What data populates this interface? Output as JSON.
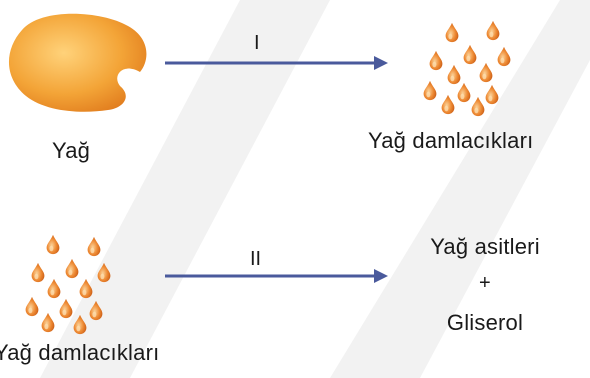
{
  "diagram": {
    "row1": {
      "source_label": "Yağ",
      "step_label": "I",
      "product_label": "Yağ damlacıkları"
    },
    "row2": {
      "source_label": "Yağ damlacıkları",
      "step_label": "II",
      "product_line1": "Yağ asitleri",
      "product_plus": "+",
      "product_line2": "Gliserol"
    }
  },
  "colors": {
    "fat_fill": "#f0a030",
    "droplet_fill": "#e8782a",
    "droplet_highlight": "#fbd39a",
    "arrow": "#4a5a9c",
    "text": "#1a1a1a",
    "watermark": "#f1f1f1"
  }
}
